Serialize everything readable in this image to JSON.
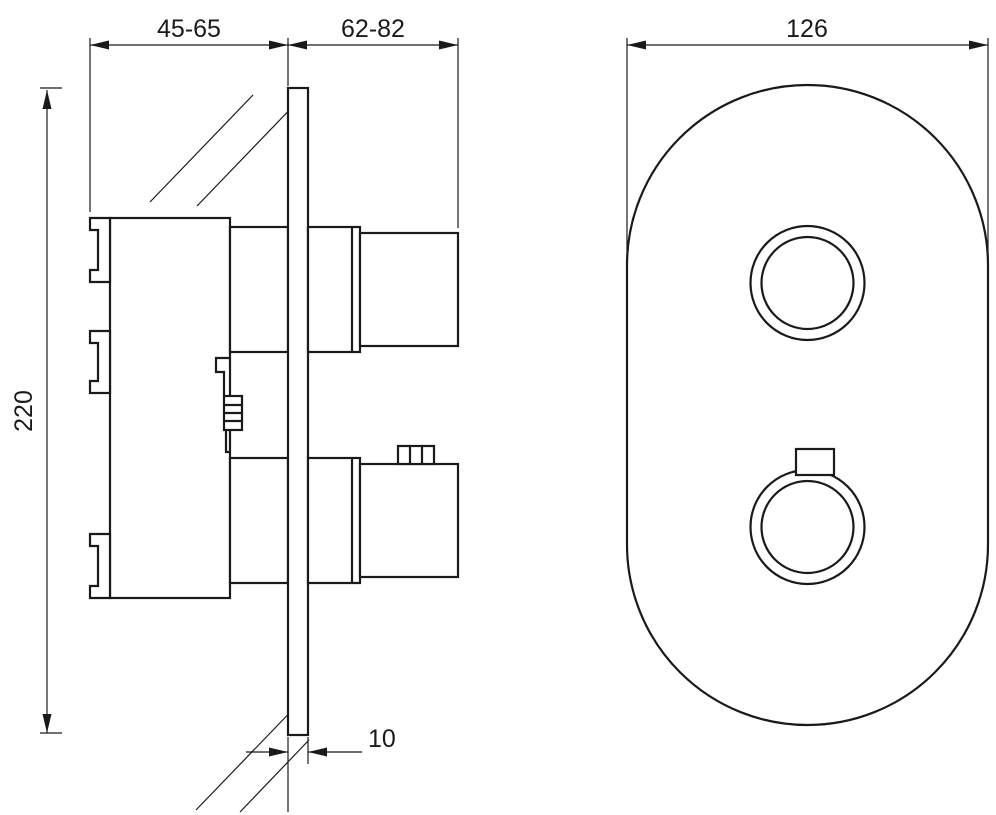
{
  "drawing": {
    "background_color": "#ffffff",
    "line_color": "#1a1a1a",
    "dimensions": {
      "wall_depth_range": "45-65",
      "handle_protrusion_range": "62-82",
      "body_height": "220",
      "plate_thickness": "10",
      "faceplate_width": "126"
    }
  }
}
